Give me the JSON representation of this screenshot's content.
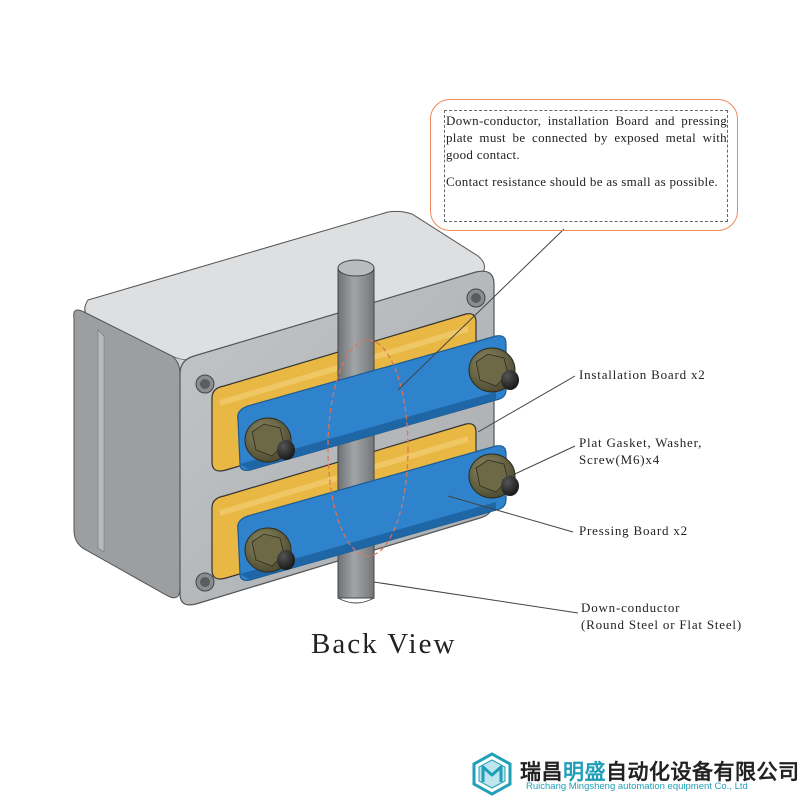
{
  "callout": {
    "paragraph1": "Down-conductor, installation Board and pressing plate must be connected by exposed metal with good contact.",
    "paragraph2": "Contact resistance should be as small as possible."
  },
  "labels": {
    "installation_board": "Installation Board x2",
    "gasket_line1": "Plat Gasket, Washer,",
    "gasket_line2": "Screw(M6)x4",
    "pressing_board": "Pressing Board x2",
    "down_conductor_line1": "Down-conductor",
    "down_conductor_line2": "(Round Steel or Flat Steel)"
  },
  "view_title": "Back View",
  "logo": {
    "cn_part1": "瑞昌",
    "cn_accent": "明盛",
    "cn_part2": "自动化设备有限公司",
    "en": "Ruichang Mingsheng automation equipment Co., Ltd"
  },
  "colors": {
    "enclosure": "#b4b7ba",
    "installation_board": "#e8b744",
    "pressing_board": "#2f83cc",
    "rod": "#8d9093",
    "bolt": "#5f5c3f",
    "callout_border": "#f0875a",
    "logo_accent": "#1f9fb8"
  }
}
